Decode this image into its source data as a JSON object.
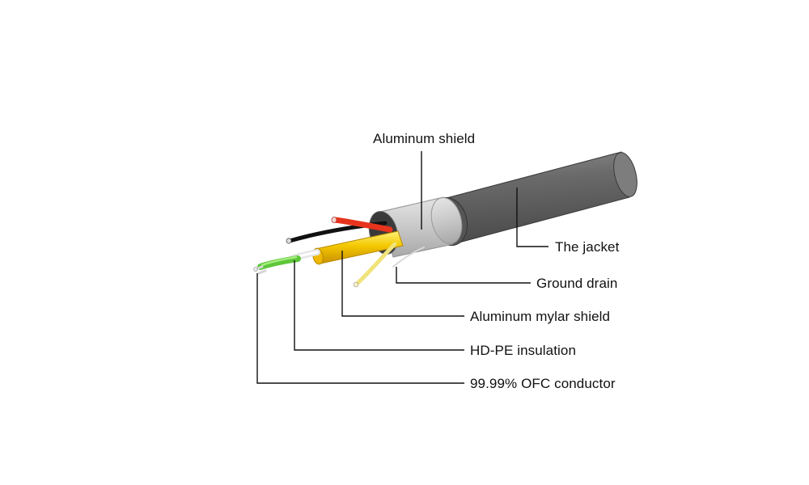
{
  "labels": {
    "aluminum_shield": "Aluminum shield",
    "jacket": "The jacket",
    "ground_drain": "Ground drain",
    "aluminum_mylar_shield": "Aluminum mylar shield",
    "hdpe_insulation": "HD-PE insulation",
    "ofc_conductor": "99.99% OFC conductor"
  },
  "colors": {
    "jacket": "#5f5f5f",
    "jacket_end": "#7a7a7a",
    "aluminum_shield": "#c9c9c9",
    "mylar": "#f2c400",
    "drain_wire": "#e8e070",
    "red_wire": "#e8341c",
    "black_wire": "#111111",
    "green_wire": "#6fd14a",
    "leader_line": "#111111",
    "background": "#ffffff"
  }
}
